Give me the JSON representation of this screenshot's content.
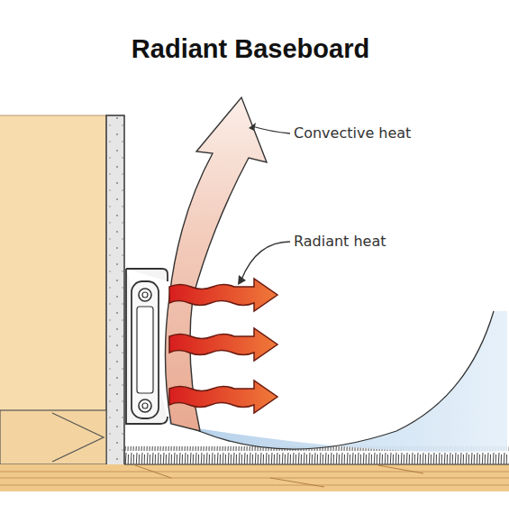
{
  "diagram": {
    "title": "Radiant Baseboard",
    "labels": [
      "Convective heat",
      "Radiant heat"
    ]
  }
}
